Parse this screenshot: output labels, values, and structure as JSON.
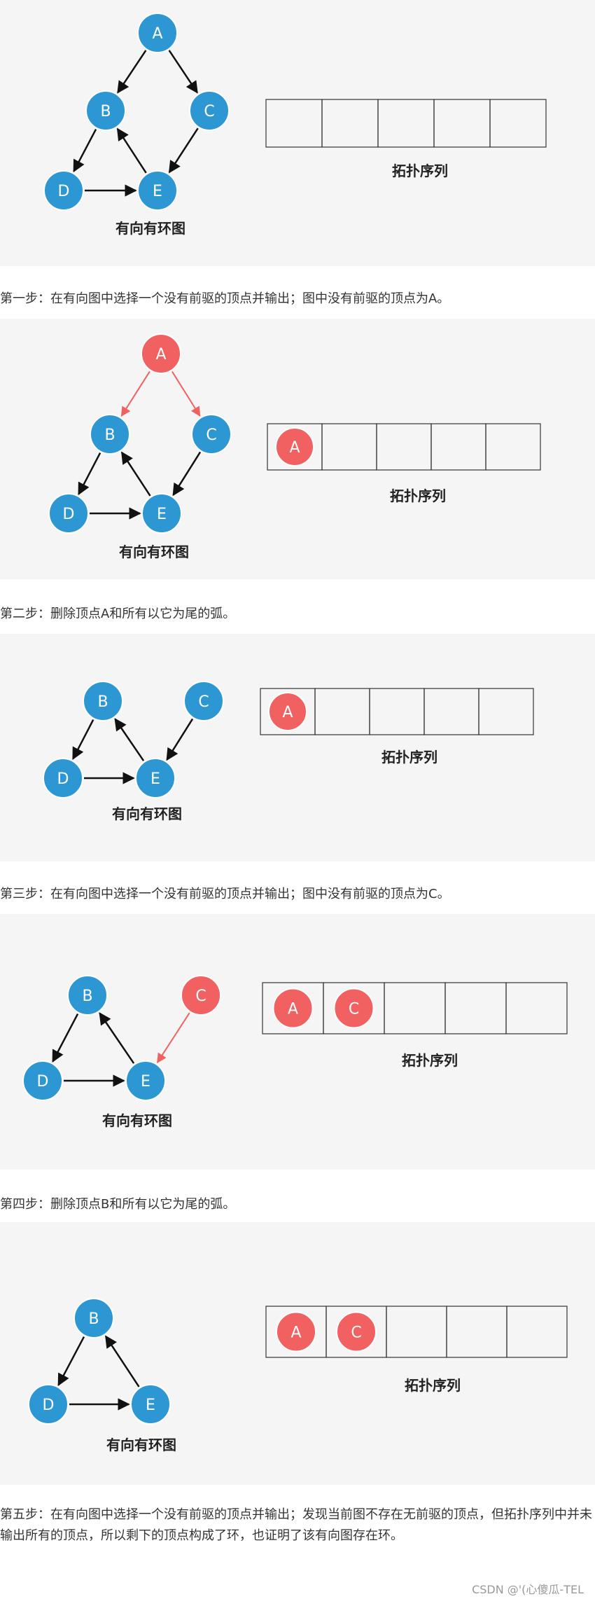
{
  "colors": {
    "panel_bg": "#f5f5f5",
    "node_blue": "#2d97d3",
    "node_red": "#f26161",
    "edge_black": "#111111",
    "edge_red": "#f26161"
  },
  "diagram_caption": "有向有环图",
  "sequence_caption": "拓扑序列",
  "panels": [
    {
      "removed_nodes": [],
      "red_nodes": [],
      "red_edges": [],
      "sequence": []
    },
    {
      "removed_nodes": [],
      "red_nodes": [
        "A"
      ],
      "red_edges": [
        "A-B",
        "A-C"
      ],
      "sequence": [
        "A"
      ]
    },
    {
      "removed_nodes": [
        "A"
      ],
      "red_nodes": [],
      "red_edges": [],
      "sequence": [
        "A"
      ]
    },
    {
      "removed_nodes": [
        "A"
      ],
      "red_nodes": [
        "C"
      ],
      "red_edges": [
        "C-E"
      ],
      "sequence": [
        "A",
        "C"
      ]
    },
    {
      "removed_nodes": [
        "A",
        "C"
      ],
      "red_nodes": [],
      "red_edges": [],
      "sequence": [
        "A",
        "C"
      ]
    }
  ],
  "steps": [
    "第一步：在有向图中选择一个没有前驱的顶点并输出；图中没有前驱的顶点为A。",
    "第二步：删除顶点A和所有以它为尾的弧。",
    "第三步：在有向图中选择一个没有前驱的顶点并输出；图中没有前驱的顶点为C。",
    "第四步：删除顶点B和所有以它为尾的弧。",
    "第五步：在有向图中选择一个没有前驱的顶点并输出；发现当前图不存在无前驱的顶点，但拓扑序列中并未输出所有的顶点，所以剩下的顶点构成了环，也证明了该有向图存在环。"
  ],
  "watermark": "CSDN @'(心傻瓜-TEL"
}
